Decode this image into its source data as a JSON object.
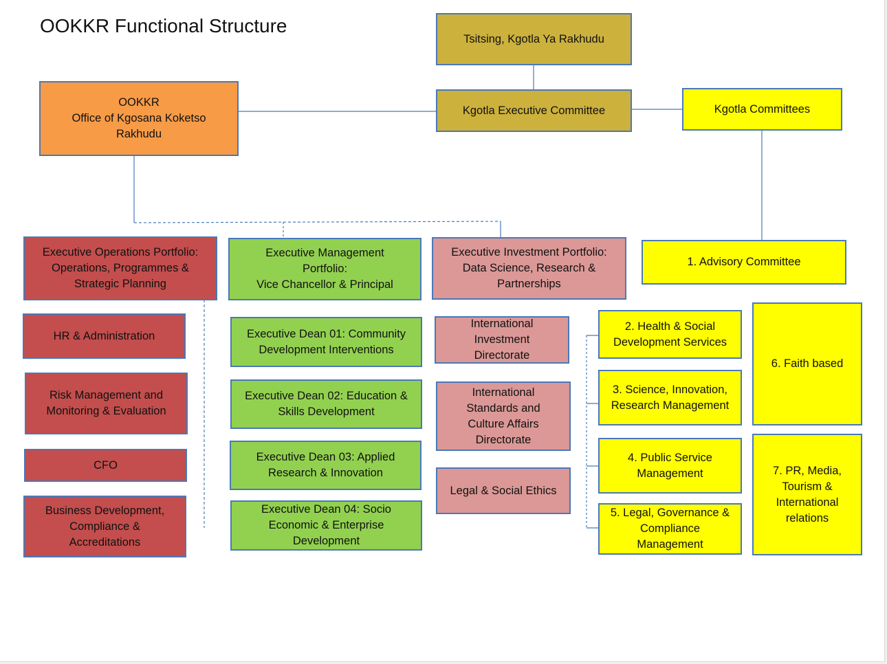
{
  "title": "OOKKR Functional Structure",
  "top": {
    "tsitsing": "Tsitsing, Kgotla Ya Rakhudu",
    "executive_committee": "Kgotla Executive Committee",
    "committees": "Kgotla Committees",
    "ookkr": "OOKKR\nOffice of Kgosana Koketso\nRakhudu"
  },
  "operations": {
    "head": "Executive Operations Portfolio:\nOperations, Programmes &\nStrategic Planning",
    "items": [
      "HR & Administration",
      "Risk Management and\nMonitoring & Evaluation",
      "CFO",
      "Business Development,\nCompliance &\nAccreditations"
    ]
  },
  "management": {
    "head": "Executive Management\nPortfolio:\nVice Chancellor & Principal",
    "items": [
      "Executive Dean 01: Community\nDevelopment Interventions",
      "Executive Dean 02: Education &\nSkills Development",
      "Executive Dean 03: Applied\nResearch & Innovation",
      "Executive Dean 04: Socio\nEconomic & Enterprise\nDevelopment"
    ]
  },
  "investment": {
    "head": "Executive Investment Portfolio:\nData Science, Research &\nPartnerships",
    "items": [
      "International\nInvestment\nDirectorate",
      "International\nStandards and\nCulture Affairs\nDirectorate",
      "Legal & Social Ethics"
    ]
  },
  "committees": {
    "advisory": "1. Advisory Committee",
    "items": [
      "2. Health & Social\nDevelopment Services",
      "3. Science, Innovation,\nResearch Management",
      "4. Public Service\nManagement",
      "5. Legal, Governance &\nCompliance\nManagement"
    ],
    "faith": "6. Faith based",
    "pr": "7. PR, Media,\nTourism &\nInternational\nrelations"
  },
  "colors": {
    "gold": "#ccb13c",
    "orange": "#f79b47",
    "yellow": "#ffff00",
    "red": "#c34e4d",
    "green": "#92d150",
    "pink": "#db9896",
    "border": "#4a78b8"
  }
}
